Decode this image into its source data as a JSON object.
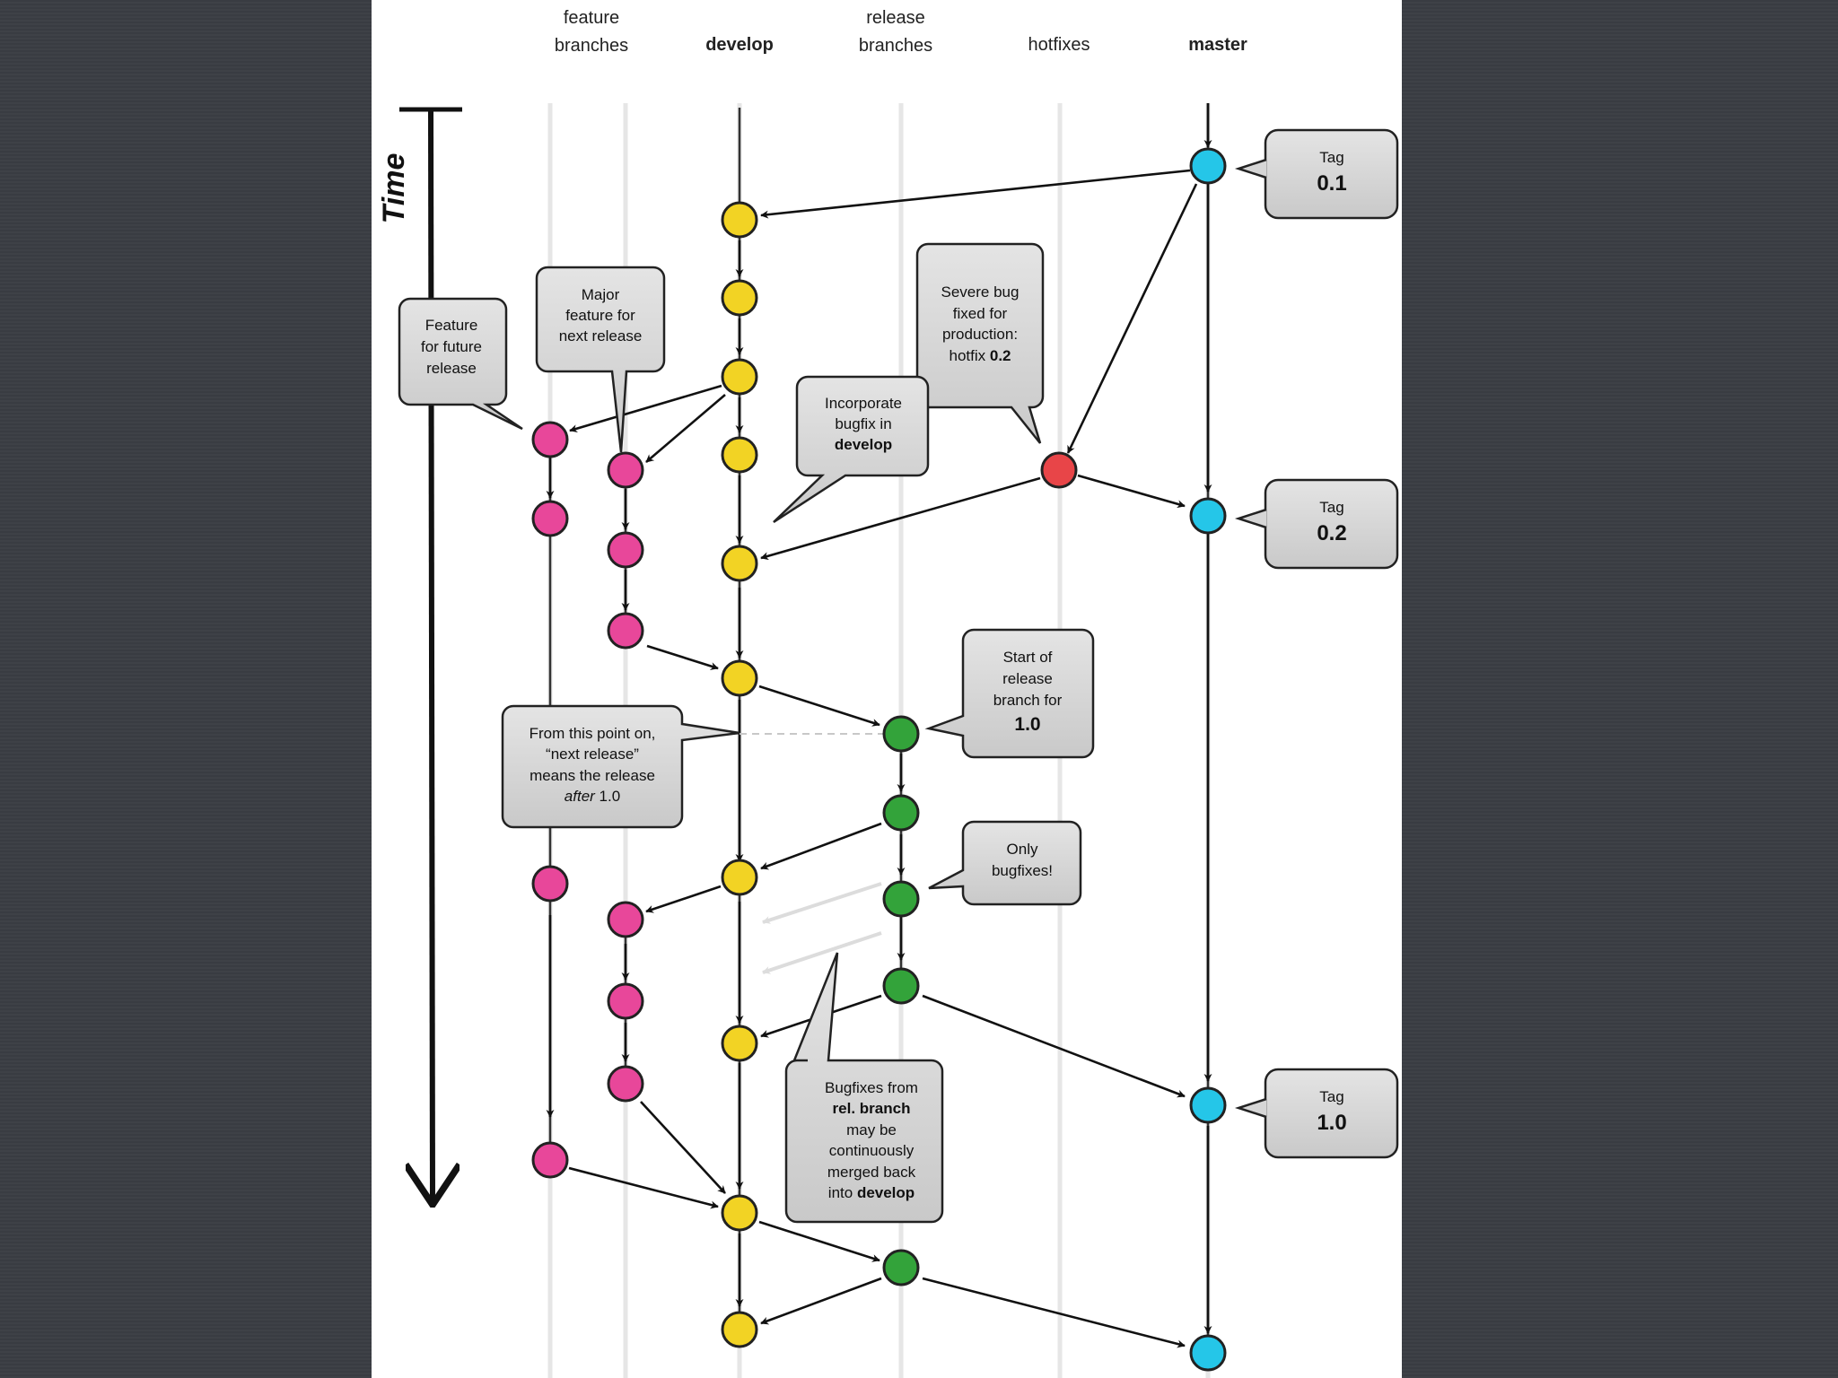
{
  "lanes": {
    "feature": [
      "feature",
      "branches"
    ],
    "develop": "develop",
    "release": [
      "release",
      "branches"
    ],
    "hotfixes": "hotfixes",
    "master": "master"
  },
  "time_label": "Time",
  "tags": [
    {
      "label": "Tag",
      "version": "0.1"
    },
    {
      "label": "Tag",
      "version": "0.2"
    },
    {
      "label": "Tag",
      "version": "1.0"
    }
  ],
  "callouts": {
    "future_feature": [
      "Feature",
      "for future",
      "release"
    ],
    "major_feature": [
      "Major",
      "feature for",
      "next release"
    ],
    "severe_bug": [
      "Severe bug",
      "fixed for",
      "production:",
      "hotfix ",
      "0.2"
    ],
    "incorporate": [
      "Incorporate",
      "bugfix in",
      "develop"
    ],
    "start_release": [
      "Start of",
      "release",
      "branch for",
      "1.0"
    ],
    "next_release": [
      "From this point on,",
      "“next release”",
      "means the release",
      "after",
      " 1.0"
    ],
    "only_bugfixes": [
      "Only",
      "bugfixes!"
    ],
    "bugfixes_from": [
      "Bugfixes from",
      "rel. branch",
      "may be",
      "continuously",
      "merged back",
      "into ",
      "develop"
    ]
  },
  "colors": {
    "feature": "#e8479a",
    "develop": "#f2d324",
    "release": "#33a33a",
    "hotfix": "#e84548",
    "master": "#25c6e8",
    "callout_fill": "#d6d6d6",
    "background": "#3a3d43"
  }
}
